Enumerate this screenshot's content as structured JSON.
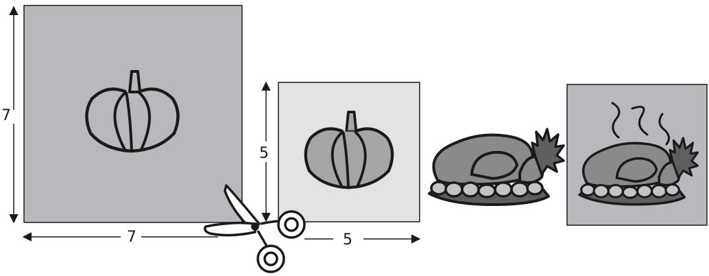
{
  "dimensions": {
    "big_height": "7",
    "big_width": "7",
    "small_height": "5",
    "small_width": "5"
  },
  "colors": {
    "big_square": "#b9b9bd",
    "small_square": "#e3e3e6",
    "toned_square": "#b9b9bd",
    "pumpkin_fill": "#a6a6a9",
    "turkey_fill": "#8a8a8d",
    "turkey_dark": "#5f5f62",
    "outline": "#1a1a1a"
  },
  "icons": {
    "plain_pumpkin": "pumpkin-outline-icon",
    "filled_pumpkin": "pumpkin-icon",
    "turkey": "roast-turkey-icon",
    "steaming_turkey": "steaming-turkey-icon",
    "scissors": "scissors-icon"
  }
}
